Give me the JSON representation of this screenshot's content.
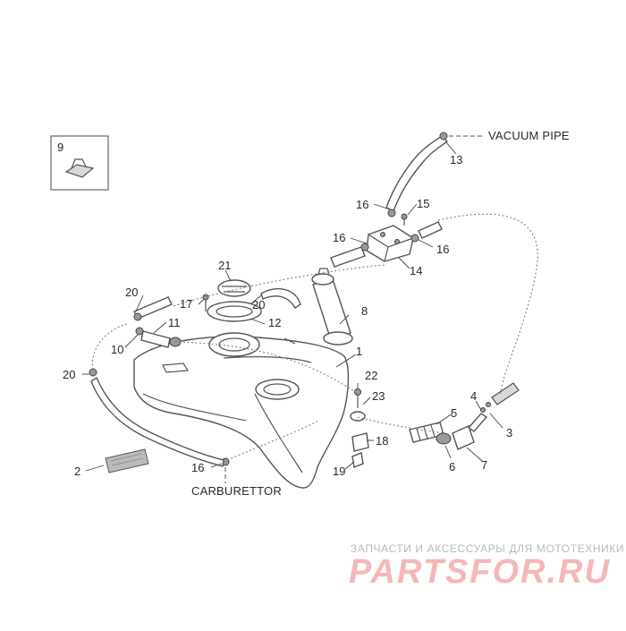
{
  "diagram": {
    "labels": {
      "vacuum_pipe": "VACUUM PIPE",
      "carburettor": "CARBURETTOR"
    },
    "callouts": {
      "p1": "1",
      "p2": "2",
      "p3": "3",
      "p4": "4",
      "p5": "5",
      "p6": "6",
      "p7": "7",
      "p8": "8",
      "p9": "9",
      "p10": "10",
      "p11": "11",
      "p12": "12",
      "p13": "13",
      "p14": "14",
      "p15": "15",
      "p16a": "16",
      "p16b": "16",
      "p16c": "16",
      "p16d": "16",
      "p17": "17",
      "p18": "18",
      "p19": "19",
      "p20a": "20",
      "p20b": "20",
      "p20c": "20",
      "p21": "21",
      "p22": "22",
      "p23": "23"
    }
  },
  "watermark": {
    "tagline": "ЗАПЧАСТИ И АКСЕССУАРЫ ДЛЯ МОТОТЕХНИКИ",
    "logo": "PARTSFOR.RU"
  },
  "colors": {
    "line": "#555555",
    "logo": "#f5b7b7",
    "tagline": "#b8b8b8"
  }
}
